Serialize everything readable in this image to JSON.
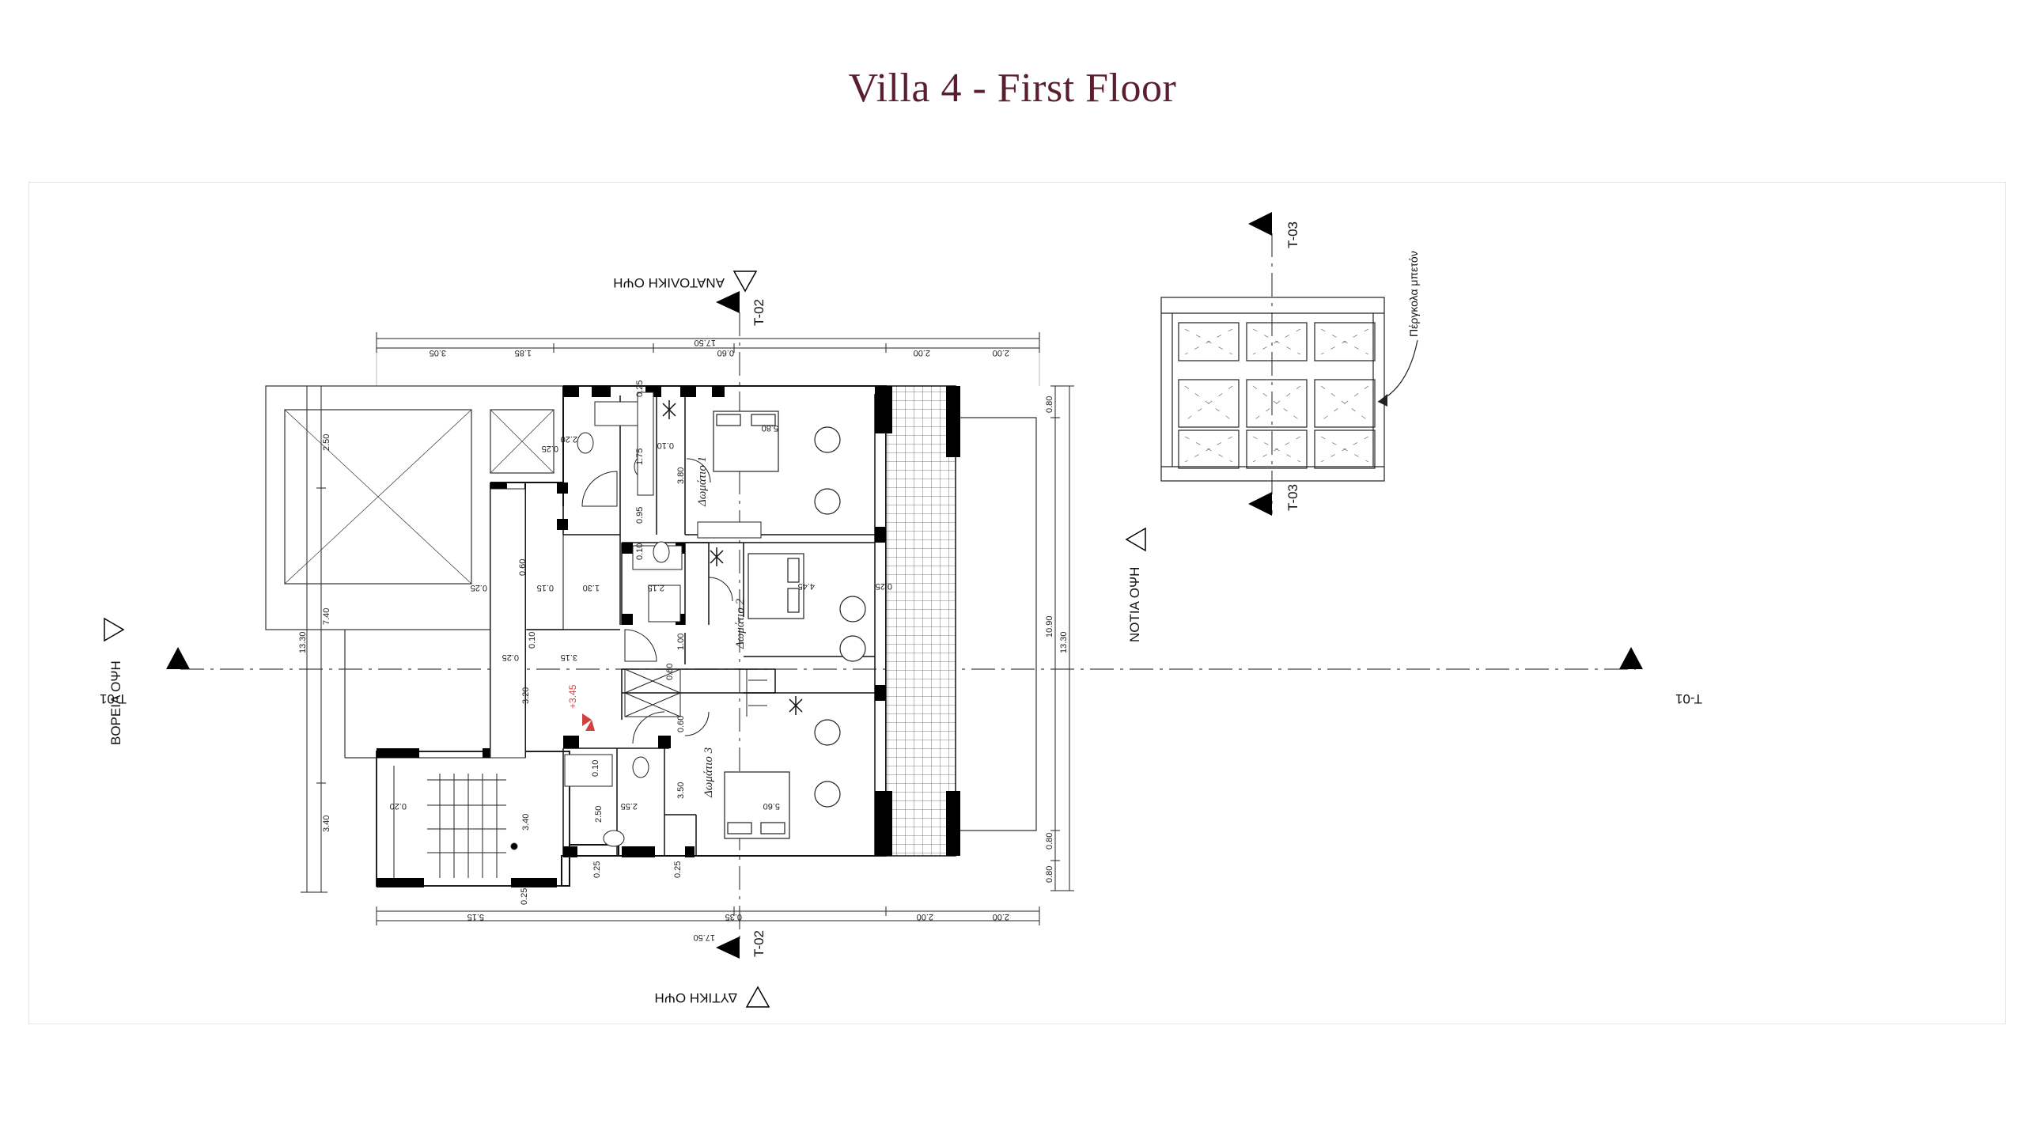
{
  "title": "Villa 4 - First Floor",
  "sections": {
    "t01": "T-01",
    "t02": "T-02",
    "t03": "T-03"
  },
  "elevations": {
    "east": "ΑΝΑΤΟΛΙΚΗ ΟΨΗ",
    "west": "ΔΥΤΙΚΗ ΟΨΗ",
    "north": "ΒΟΡΕΙΑ ΟΨΗ",
    "south": "ΝΟΤΙΑ ΟΨΗ"
  },
  "rooms": {
    "bedroom1": "Δωμάτιο 1",
    "bedroom2": "Δωμάτιο 2",
    "bedroom3": "Δωμάτιο 3"
  },
  "pergola_label": "Πέργκολα μπετόν",
  "level_mark": "+3.45",
  "dims": {
    "top_total": "17.50",
    "top_a": "3.05",
    "top_b": "1.85",
    "top_c": "0.60",
    "top_d": "2.00",
    "top_e": "2.00",
    "bot_total": "17.50",
    "bot_a": "5.15",
    "bot_b": "0.35",
    "bot_c": "2.00",
    "bot_d": "2.00",
    "left_total": "13.30",
    "left_a": "2.50",
    "left_b": "7.40",
    "left_c": "3.40",
    "right_total": "13.30",
    "right_a": "0.80",
    "right_b": "10.90",
    "right_c": "0.80",
    "right_d": "0.80",
    "i_220": "2.20",
    "i_025": "0.25",
    "i_175": "1.75",
    "i_580": "5.80",
    "i_380": "3.80",
    "i_010": "0.10",
    "i_095": "0.95",
    "i_060": "0.60",
    "i_130": "1.30",
    "i_015": "0.15",
    "i_215": "2.15",
    "i_445": "4.45",
    "i_315": "3.15",
    "i_320": "3.20",
    "i_100": "1.00",
    "i_350": "3.50",
    "i_340": "3.40",
    "i_250": "2.50",
    "i_255": "2.55",
    "i_560": "5.60",
    "i_020": "0.20",
    "i_080": "0.80"
  }
}
